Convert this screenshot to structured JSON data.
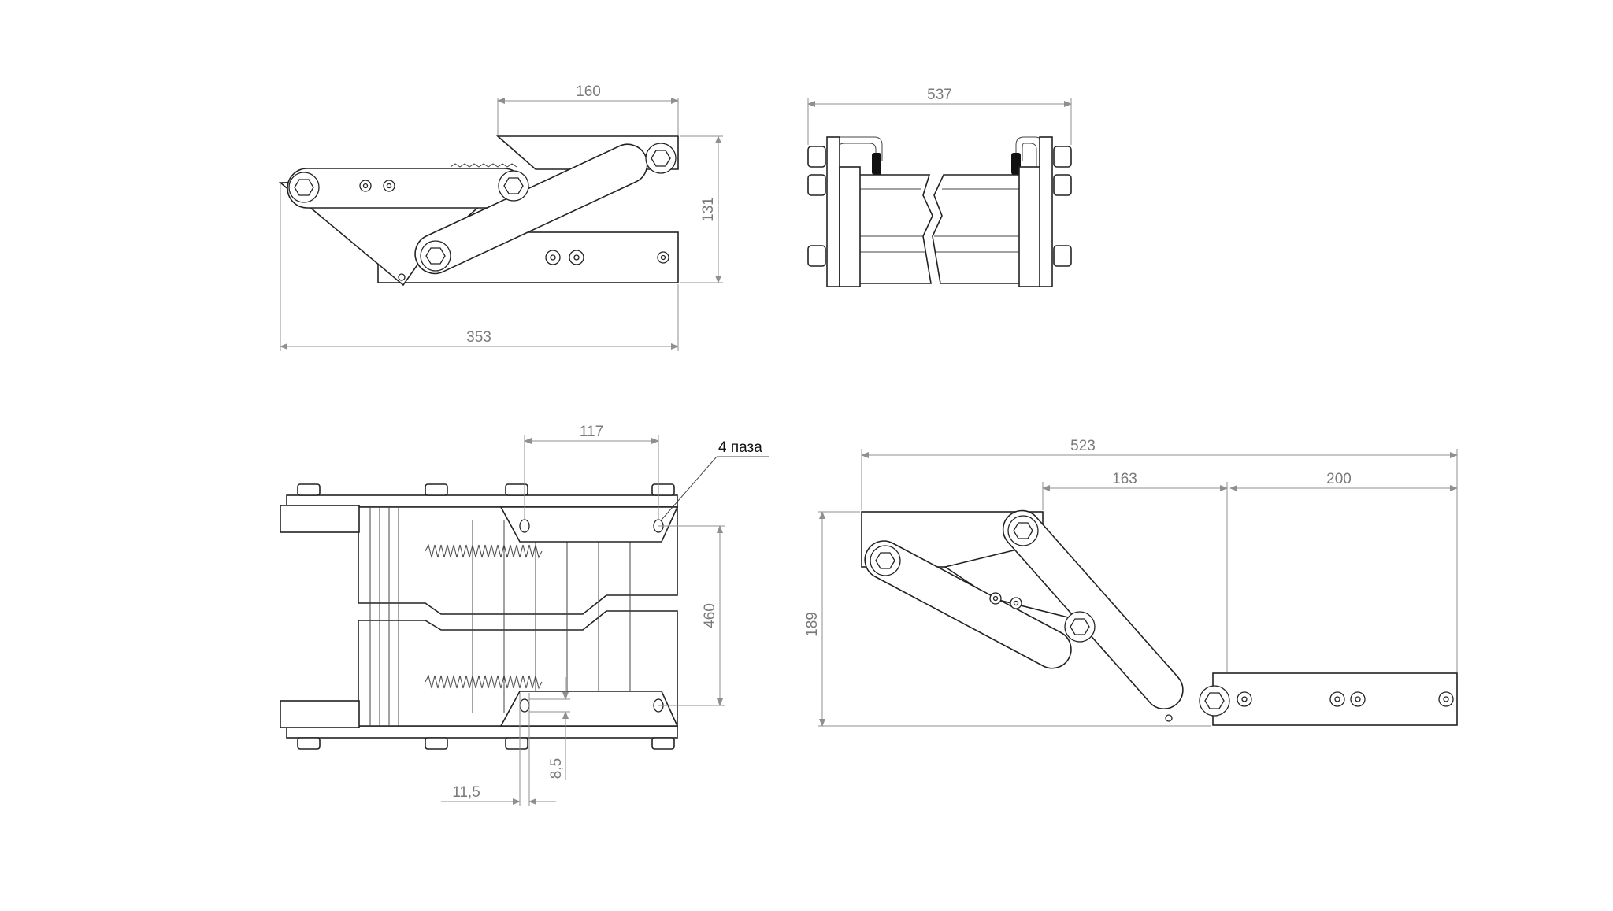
{
  "drawing": {
    "views": {
      "side_folded": {
        "dims": {
          "width_top": "160",
          "height": "131",
          "length": "353"
        }
      },
      "front": {
        "dims": {
          "width": "537"
        }
      },
      "top": {
        "dims": {
          "slot_spacing": "117",
          "height": "460",
          "offset_x": "11,5",
          "offset_y": "8,5"
        },
        "callout": "4 паза"
      },
      "side_open": {
        "dims": {
          "total": "523",
          "middle": "163",
          "step": "200",
          "height": "189"
        }
      }
    },
    "colors": {
      "line": "#222222",
      "dimension": "#8f8f8f",
      "dimension_text": "#7a7a7a"
    }
  }
}
